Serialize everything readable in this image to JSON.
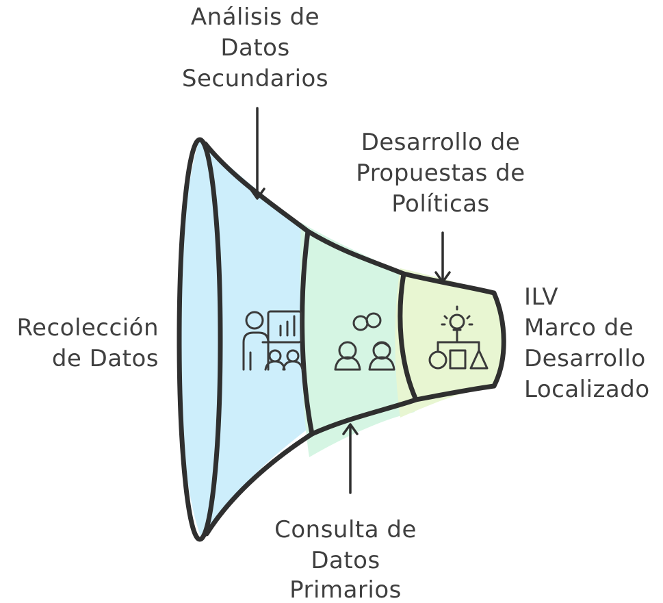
{
  "stages": [
    {
      "id": "recoleccion",
      "lines": [
        "Recolección",
        "de Datos"
      ],
      "color": "#cdeefb"
    },
    {
      "id": "analisis",
      "lines": [
        "Análisis de",
        "Datos",
        "Secundarios"
      ],
      "color": "#cdeefb"
    },
    {
      "id": "consulta",
      "lines": [
        "Consulta de",
        "Datos",
        "Primarios"
      ],
      "color": "#d5f5e3"
    },
    {
      "id": "desarrollo",
      "lines": [
        "Desarrollo de",
        "Propuestas de",
        "Políticas"
      ],
      "color": "#e8f6d2"
    },
    {
      "id": "ilv",
      "lines": [
        "ILV",
        "Marco de",
        "Desarrollo",
        "Localizado"
      ],
      "color": "#e8f6d2"
    }
  ],
  "icons": {
    "analysis": "presentation-chart-icon",
    "consultation": "people-link-icon",
    "policy": "lightbulb-shapes-icon"
  },
  "colors": {
    "outline": "#2f2f2f",
    "text": "#3f3f3f"
  }
}
